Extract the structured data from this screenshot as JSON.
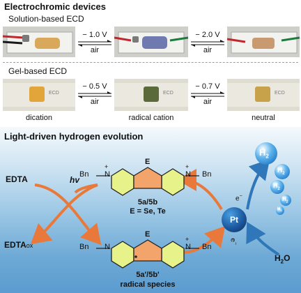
{
  "top": {
    "title": "Electrochromic devices",
    "solution_label": "Solution-based ECD",
    "gel_label": "Gel-based ECD",
    "solution_arrows": [
      {
        "voltage": "− 1.0 V",
        "medium": "air"
      },
      {
        "voltage": "− 2.0 V",
        "medium": "air"
      }
    ],
    "gel_arrows": [
      {
        "voltage": "− 0.5 V",
        "medium": "air"
      },
      {
        "voltage": "− 0.7 V",
        "medium": "air"
      }
    ],
    "states": [
      "dication",
      "radical cation",
      "neutral"
    ],
    "film_colors": {
      "solution": [
        "#d9a85a",
        "#6f7ab0",
        "#c99a70"
      ],
      "gel": [
        "#e2a53a",
        "#5b6a3a",
        "#c8a24a"
      ]
    }
  },
  "bottom": {
    "title": "Light-driven hydrogen evolution",
    "edta": "EDTA",
    "edta_ox_main": "EDTA",
    "edta_ox_sub": "ox",
    "hv": "hv",
    "compound_top": {
      "bn_left": "Bn",
      "bn_right": "Bn",
      "n_left": "N",
      "n_right": "N",
      "plus": "+",
      "chalcogen": "E",
      "name": "5a/5b",
      "subtitle": "E = Se, Te"
    },
    "compound_bottom": {
      "bn_left": "Bn",
      "bn_right": "Bn",
      "n_left": "N",
      "n_right": "N",
      "plus": "+",
      "chalcogen": "E",
      "name": "5a'/5b'",
      "subtitle": "radical species"
    },
    "pt": "Pt",
    "electron": "e",
    "electron_minus": "−",
    "h2o_main": "H",
    "h2o_sub": "2",
    "h2o_end": "O",
    "h2_main": "H",
    "h2_sub": "2",
    "colors": {
      "orange": "#e8793a",
      "blue_arrow": "#2f77b8",
      "ring_fill": "#e8f28a"
    }
  }
}
